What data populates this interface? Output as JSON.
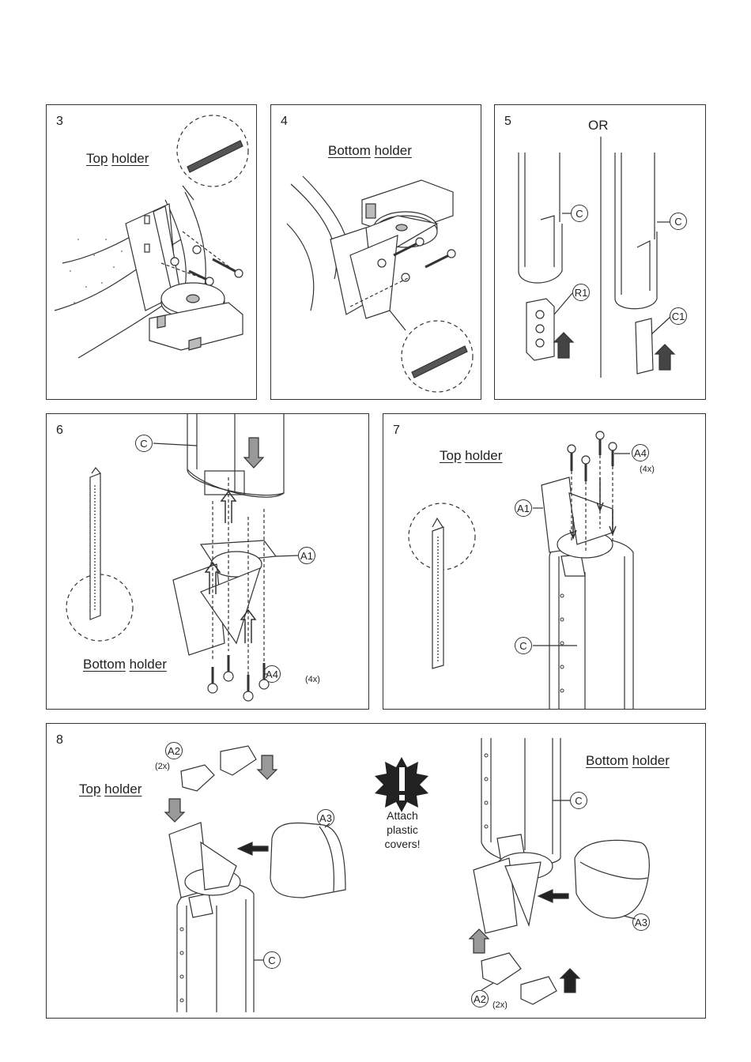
{
  "steps": [
    {
      "number": "3",
      "label_first": "Top",
      "label_second": "holder"
    },
    {
      "number": "4",
      "label_first": "Bottom",
      "label_second": "holder"
    },
    {
      "number": "5",
      "or_label": "OR",
      "callouts": [
        "C",
        "R1",
        "C",
        "C1"
      ]
    },
    {
      "number": "6",
      "label_first": "Bottom",
      "label_second": "holder",
      "callouts": [
        "C",
        "A1",
        "A4"
      ],
      "quantity": "(4x)"
    },
    {
      "number": "7",
      "label_first": "Top",
      "label_second": "holder",
      "callouts": [
        "A4",
        "A1",
        "C"
      ],
      "quantity": "(4x)"
    },
    {
      "number": "8",
      "left_label_first": "Top",
      "left_label_second": "holder",
      "right_label_first": "Bottom",
      "right_label_second": "holder",
      "callouts": [
        "A2",
        "A3",
        "C",
        "C",
        "A3",
        "A2"
      ],
      "quantity_top": "(2x)",
      "quantity_bottom": "(2x)",
      "attach_lines": [
        "Attach",
        "plastic",
        "covers!"
      ]
    }
  ]
}
